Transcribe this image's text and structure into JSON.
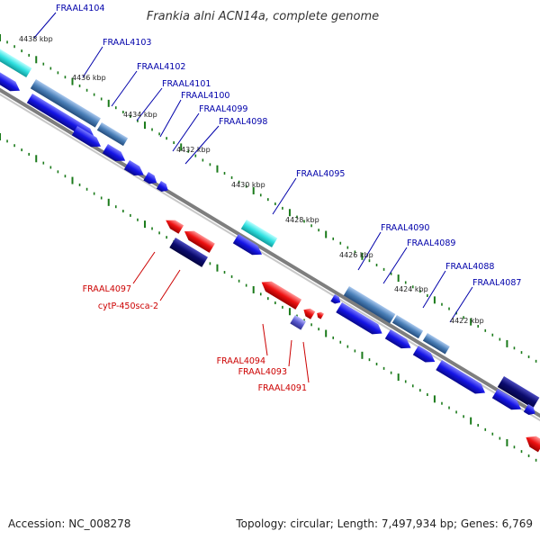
{
  "title": "Frankia alni ACN14a, complete genome",
  "footer": {
    "accession": "Accession: NC_008278",
    "topology": "Topology: circular; Length: 7,497,934 bp; Genes: 6,769"
  },
  "colors": {
    "backbone": "#8c8c8c",
    "tick": "#1a7a1a",
    "forward_label": "#0000aa",
    "reverse_label": "#cc0000",
    "blue": "#1515e6",
    "dark_navy": "#0b0b6e",
    "steel": "#4a7fb8",
    "cyan": "#2fe0e0",
    "red": "#ee1111",
    "violet": "#5a5ad0"
  },
  "kbp_labels": [
    "4438 kbp",
    "4436 kbp",
    "4434 kbp",
    "4432 kbp",
    "4430 kbp",
    "4428 kbp",
    "4426 kbp",
    "4424 kbp",
    "4422 kbp"
  ],
  "forward_labels": [
    "FRAAL4104",
    "FRAAL4103",
    "FRAAL4102",
    "FRAAL4101",
    "FRAAL4100",
    "FRAAL4099",
    "FRAAL4098",
    "FRAAL4095",
    "FRAAL4090",
    "FRAAL4089",
    "FRAAL4088",
    "FRAAL4087"
  ],
  "reverse_labels": [
    "FRAAL4097",
    "cytP-450sca-2",
    "FRAAL4094",
    "FRAAL4093",
    "FRAAL4091"
  ]
}
